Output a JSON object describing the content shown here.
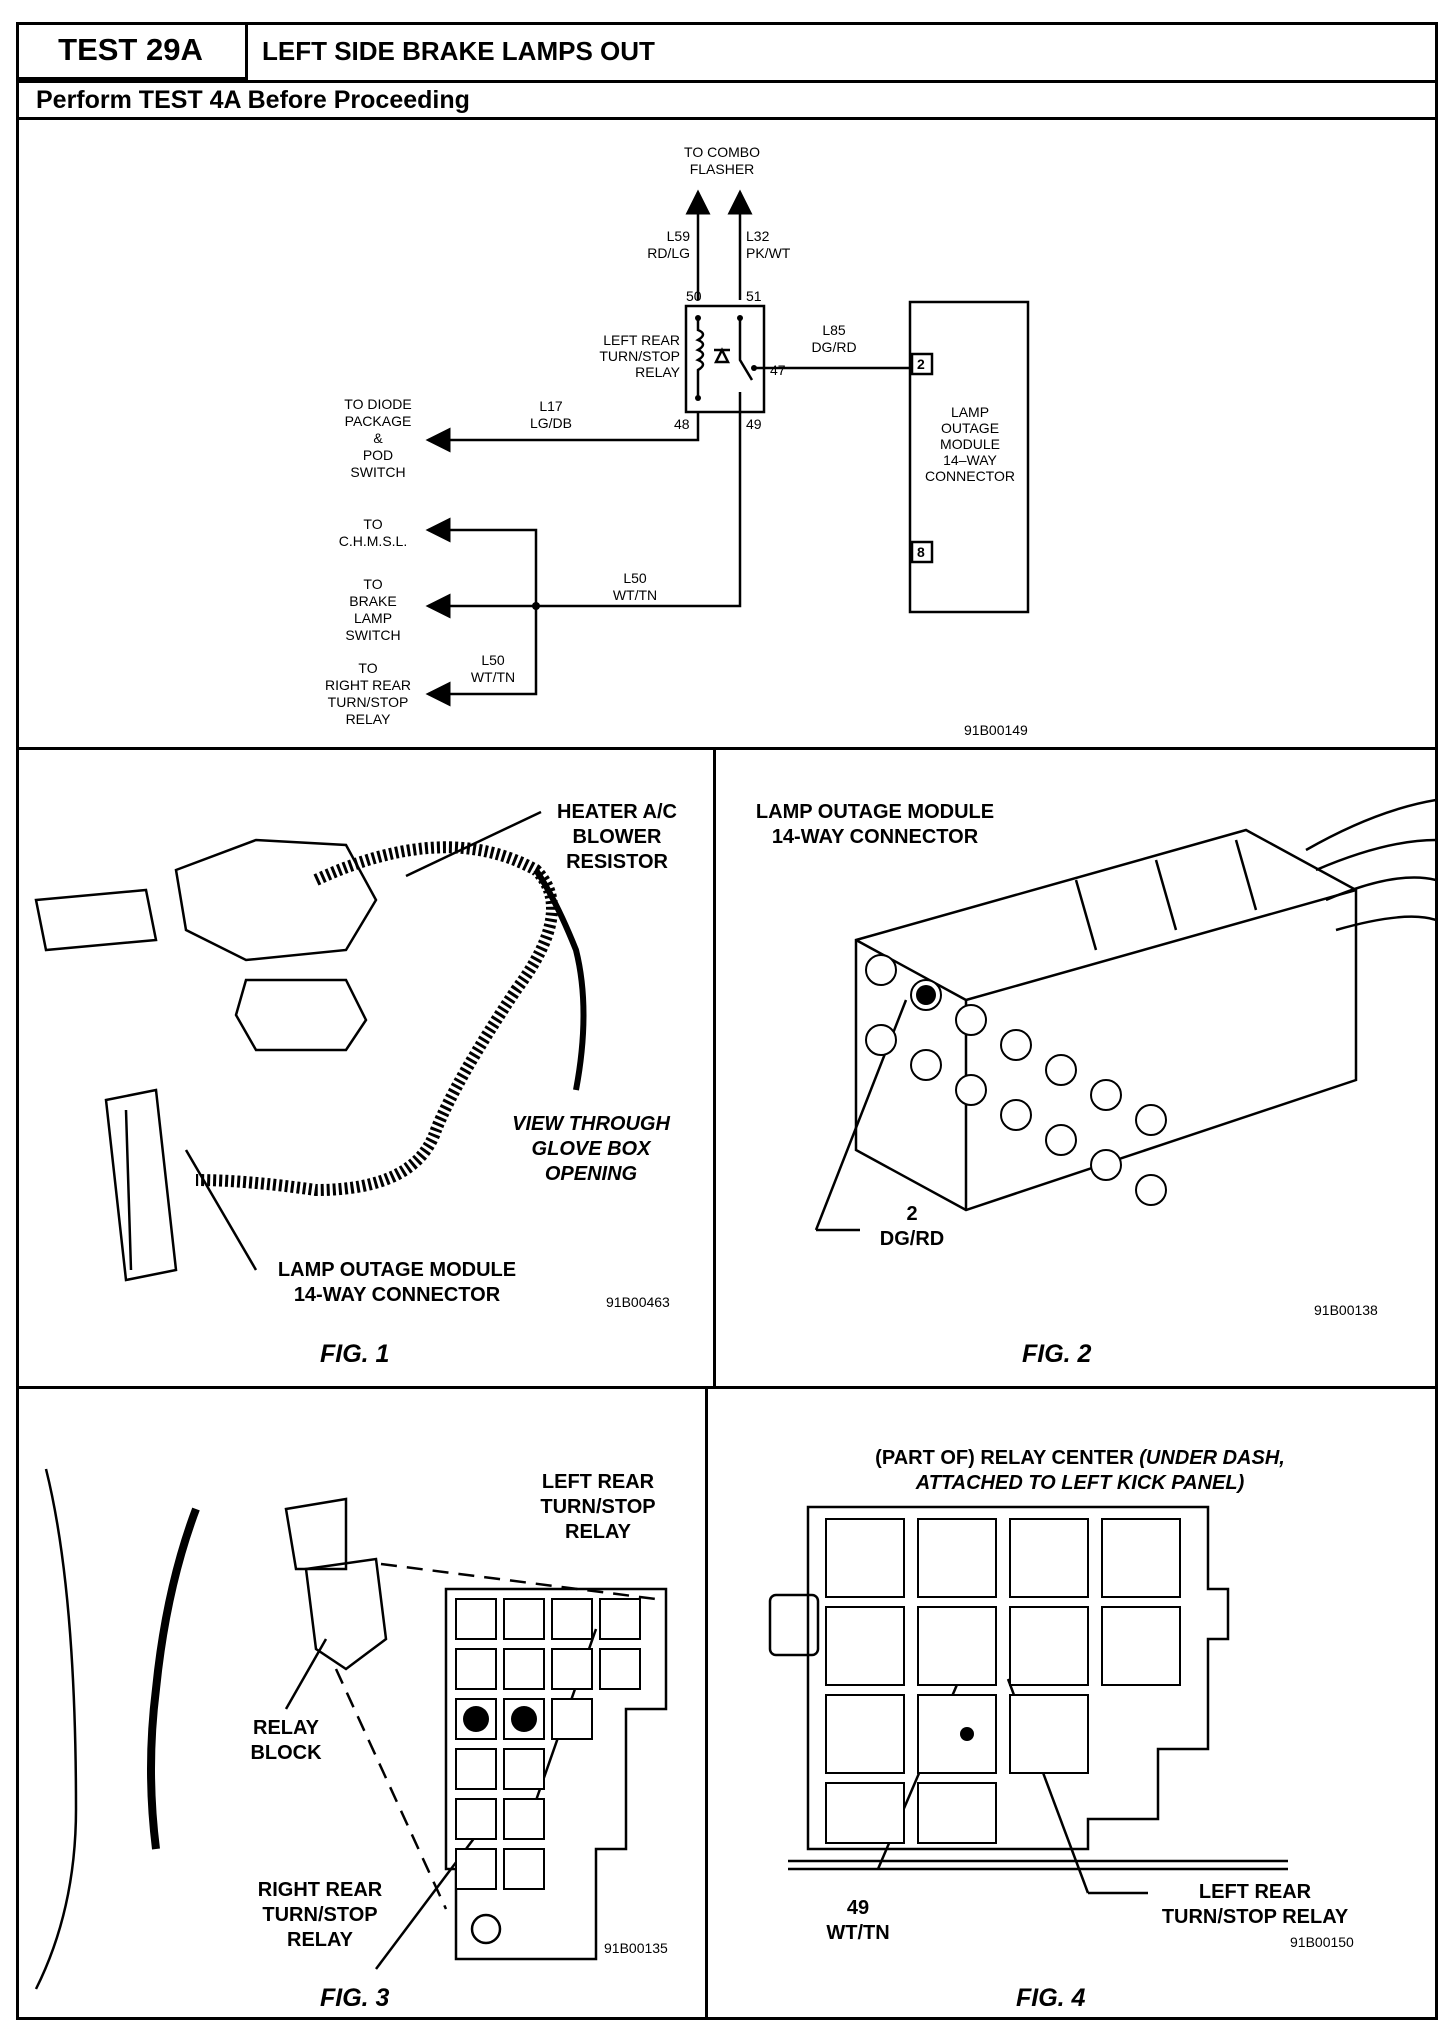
{
  "header": {
    "test_id": "TEST 29A",
    "title": "LEFT SIDE BRAKE LAMPS OUT",
    "subtitle": "Perform TEST 4A Before Proceeding"
  },
  "schematic": {
    "to_combo_flasher": [
      "TO COMBO",
      "FLASHER"
    ],
    "wire_l59": [
      "L59",
      "RD/LG"
    ],
    "wire_l32": [
      "L32",
      "PK/WT"
    ],
    "pin_50": "50",
    "pin_51": "51",
    "pin_47": "47",
    "pin_48": "48",
    "pin_49": "49",
    "relay_label": [
      "LEFT REAR",
      "TURN/STOP",
      "RELAY"
    ],
    "wire_l85": [
      "L85",
      "DG/RD"
    ],
    "wire_l17": [
      "L17",
      "LG/DB"
    ],
    "to_diode": [
      "TO DIODE",
      "PACKAGE",
      "&",
      "POD",
      "SWITCH"
    ],
    "to_chmsl": [
      "TO",
      "C.H.M.S.L."
    ],
    "to_brake_lamp_switch": [
      "TO",
      "BRAKE",
      "LAMP",
      "SWITCH"
    ],
    "to_right_rear": [
      "TO",
      "RIGHT REAR",
      "TURN/STOP",
      "RELAY"
    ],
    "wire_l50_a": [
      "L50",
      "WT/TN"
    ],
    "wire_l50_b": [
      "L50",
      "WT/TN"
    ],
    "module_label": [
      "LAMP",
      "OUTAGE",
      "MODULE",
      "14–WAY",
      "CONNECTOR"
    ],
    "module_pin_2": "2",
    "module_pin_8": "8",
    "code": "91B00149"
  },
  "fig1": {
    "heater_label": [
      "HEATER A/C",
      "BLOWER",
      "RESISTOR"
    ],
    "view_label": [
      "VIEW THROUGH",
      "GLOVE BOX",
      "OPENING"
    ],
    "connector_label": [
      "LAMP OUTAGE MODULE",
      "14-WAY CONNECTOR"
    ],
    "code": "91B00463",
    "caption": "FIG. 1"
  },
  "fig2": {
    "title": [
      "LAMP OUTAGE MODULE",
      "14-WAY CONNECTOR"
    ],
    "pin_label": [
      "2",
      "DG/RD"
    ],
    "code": "91B00138",
    "caption": "FIG. 2"
  },
  "fig3": {
    "left_rear_label": [
      "LEFT REAR",
      "TURN/STOP",
      "RELAY"
    ],
    "relay_block_label": [
      "RELAY",
      "BLOCK"
    ],
    "right_rear_label": [
      "RIGHT REAR",
      "TURN/STOP",
      "RELAY"
    ],
    "code": "91B00135",
    "caption": "FIG. 3"
  },
  "fig4": {
    "title_normal": "(PART OF) RELAY CENTER ",
    "title_italic_1": "(UNDER DASH,",
    "title_italic_2": "ATTACHED TO LEFT KICK PANEL)",
    "pin_label": [
      "49",
      "WT/TN"
    ],
    "relay_label": [
      "LEFT REAR",
      "TURN/STOP RELAY"
    ],
    "code": "91B00150",
    "caption": "FIG. 4"
  }
}
